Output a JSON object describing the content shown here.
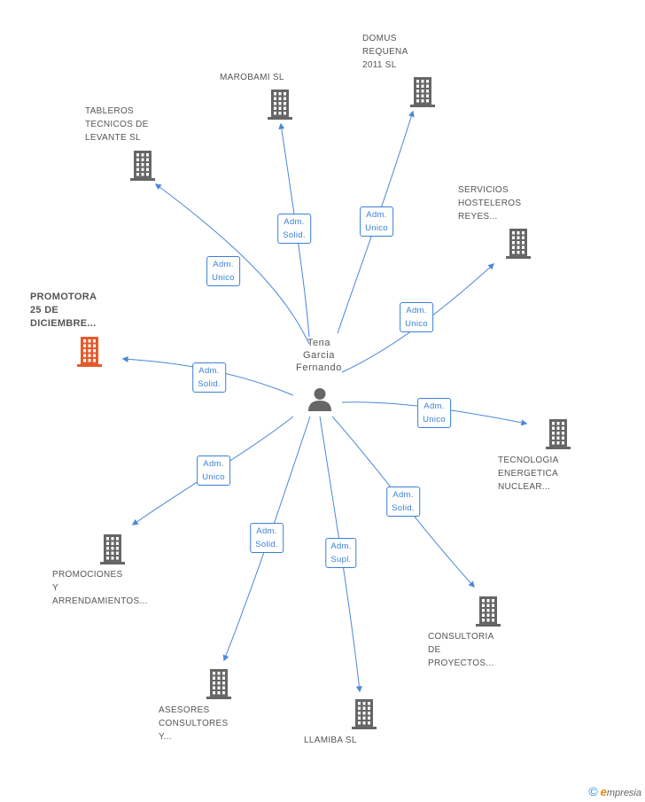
{
  "center": {
    "name_lines": [
      "Tena",
      "Garcia",
      "Fernando"
    ],
    "icon": "person-icon"
  },
  "colors": {
    "edge": "#4a88d8",
    "building": "#666666",
    "highlight": "#e55a2b"
  },
  "nodes": [
    {
      "id": "tableros",
      "label_lines": [
        "TABLEROS",
        "TECNICOS DE",
        "LEVANTE SL"
      ],
      "role_lines": [
        "Adm.",
        "Unico"
      ],
      "highlight": false
    },
    {
      "id": "marobami",
      "label_lines": [
        "MAROBAMI SL"
      ],
      "role_lines": [
        "Adm.",
        "Solid."
      ],
      "highlight": false
    },
    {
      "id": "domus",
      "label_lines": [
        "DOMUS",
        "REQUENA",
        "2011 SL"
      ],
      "role_lines": [
        "Adm.",
        "Unico"
      ],
      "highlight": false
    },
    {
      "id": "servicios",
      "label_lines": [
        "SERVICIOS",
        "HOSTELEROS",
        "REYES..."
      ],
      "role_lines": [
        "Adm.",
        "Unico"
      ],
      "highlight": false
    },
    {
      "id": "promotora",
      "label_lines": [
        "PROMOTORA",
        "25 DE",
        "DICIEMBRE..."
      ],
      "role_lines": [
        "Adm.",
        "Solid."
      ],
      "highlight": true
    },
    {
      "id": "tecnologia",
      "label_lines": [
        "TECNOLOGIA",
        "ENERGETICA",
        "NUCLEAR..."
      ],
      "role_lines": [
        "Adm.",
        "Unico"
      ],
      "highlight": false
    },
    {
      "id": "promociones",
      "label_lines": [
        "PROMOCIONES",
        "Y",
        "ARRENDAMIENTOS..."
      ],
      "role_lines": [
        "Adm.",
        "Unico"
      ],
      "highlight": false
    },
    {
      "id": "consultoria",
      "label_lines": [
        "CONSULTORIA",
        "DE",
        "PROYECTOS..."
      ],
      "role_lines": [
        "Adm.",
        "Solid."
      ],
      "highlight": false
    },
    {
      "id": "asesores",
      "label_lines": [
        "ASESORES",
        "CONSULTORES",
        "Y..."
      ],
      "role_lines": [
        "Adm.",
        "Solid."
      ],
      "highlight": false
    },
    {
      "id": "llamiba",
      "label_lines": [
        "LLAMIBA SL"
      ],
      "role_lines": [
        "Adm.",
        "Supl."
      ],
      "highlight": false
    }
  ],
  "footer": {
    "copyright_symbol": "©",
    "brand_initial": "e",
    "brand_rest": "mpresia"
  }
}
